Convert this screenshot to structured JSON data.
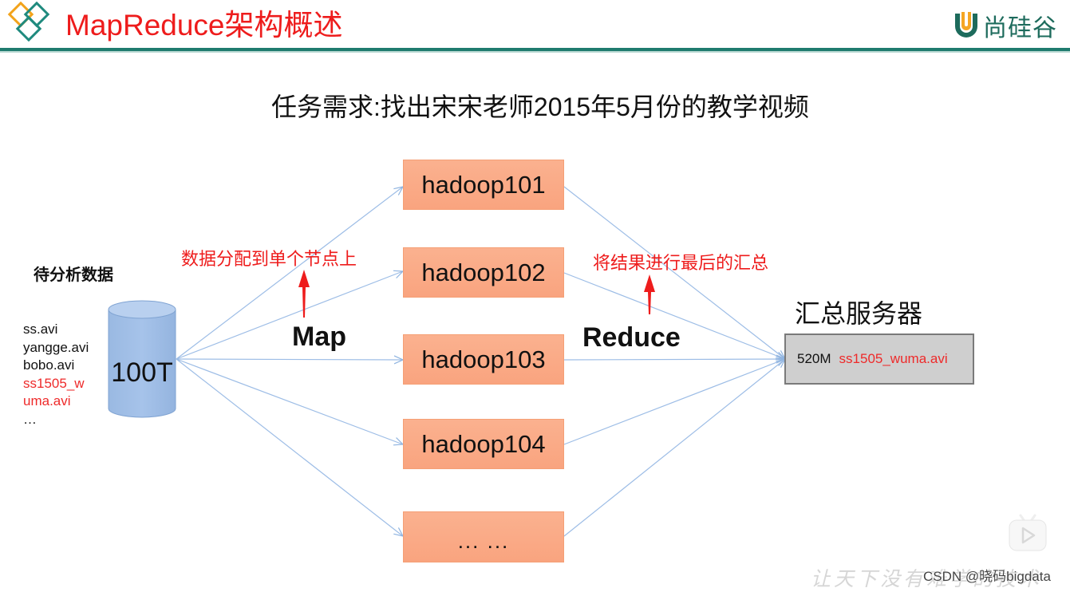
{
  "header": {
    "title": "MapReduce架构概述",
    "brand_name": "尚硅谷",
    "logo_icon": "interlocking-squares-icon",
    "brand_icon": "u-shield-icon",
    "colors": {
      "title": "#ee1c1c",
      "rule": "#1f7b6e",
      "brand": "#1d6b5c",
      "brand_accent": "#f5a623"
    }
  },
  "task": {
    "title": "任务需求:找出宋宋老师2015年5月份的教学视频"
  },
  "input": {
    "heading": "待分析数据",
    "files": [
      {
        "name": "ss.avi",
        "highlight": false
      },
      {
        "name": "yangge.avi",
        "highlight": false
      },
      {
        "name": "bobo.avi",
        "highlight": false
      },
      {
        "name": "ss1505_w",
        "highlight": true
      },
      {
        "name": "uma.avi",
        "highlight": true
      },
      {
        "name": "…",
        "highlight": false
      }
    ],
    "storage_label": "100T",
    "storage_icon": "database-cylinder-icon",
    "storage_color": "#9bbbe3"
  },
  "map_phase": {
    "label": "Map",
    "annotation": "数据分配到单个节点上"
  },
  "nodes": [
    {
      "label": "hadoop101"
    },
    {
      "label": "hadoop102"
    },
    {
      "label": "hadoop103"
    },
    {
      "label": "hadoop104"
    },
    {
      "label": "... ..."
    }
  ],
  "node_color": "#fbab87",
  "reduce_phase": {
    "label": "Reduce",
    "annotation": "将结果进行最后的汇总"
  },
  "output": {
    "title": "汇总服务器",
    "result_size": "520M",
    "result_file": "ss1505_wuma.avi",
    "box_color": "#cfcfcf"
  },
  "overlay": {
    "play_icon": "video-play-badge-icon",
    "watermark_background": "让天下没有难学的技术",
    "watermark": "CSDN @晓码bigdata"
  },
  "edge_color": "#8fb4e0",
  "arrow_color": "#ee1c1c"
}
